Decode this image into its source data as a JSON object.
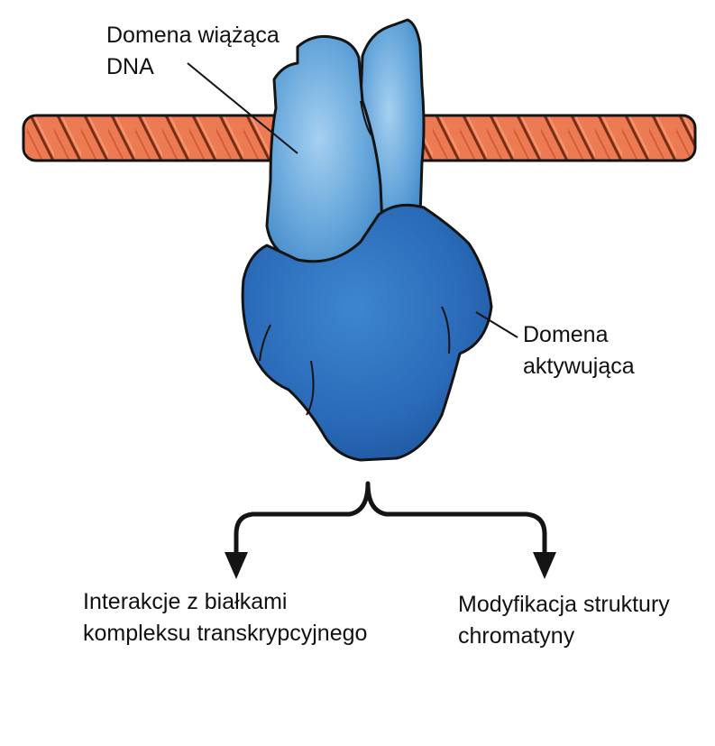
{
  "labels": {
    "dna_binding_domain": [
      "Domena wiążąca",
      "DNA"
    ],
    "activation_domain": [
      "Domena",
      "aktywująca"
    ],
    "interaction": [
      "Interakcje z białkami",
      "kompleksu transkrypcyjnego"
    ],
    "chromatin": [
      "Modyfikacja struktury",
      "chromatyny"
    ]
  },
  "colors": {
    "dna_rope": "#ec7a52",
    "rope_shadow": "#9a3a1e",
    "dna_binding_domain": "#6aa9dc",
    "activation_domain": "#2a6ab8",
    "outline": "#141414",
    "arrows": "#141414"
  }
}
